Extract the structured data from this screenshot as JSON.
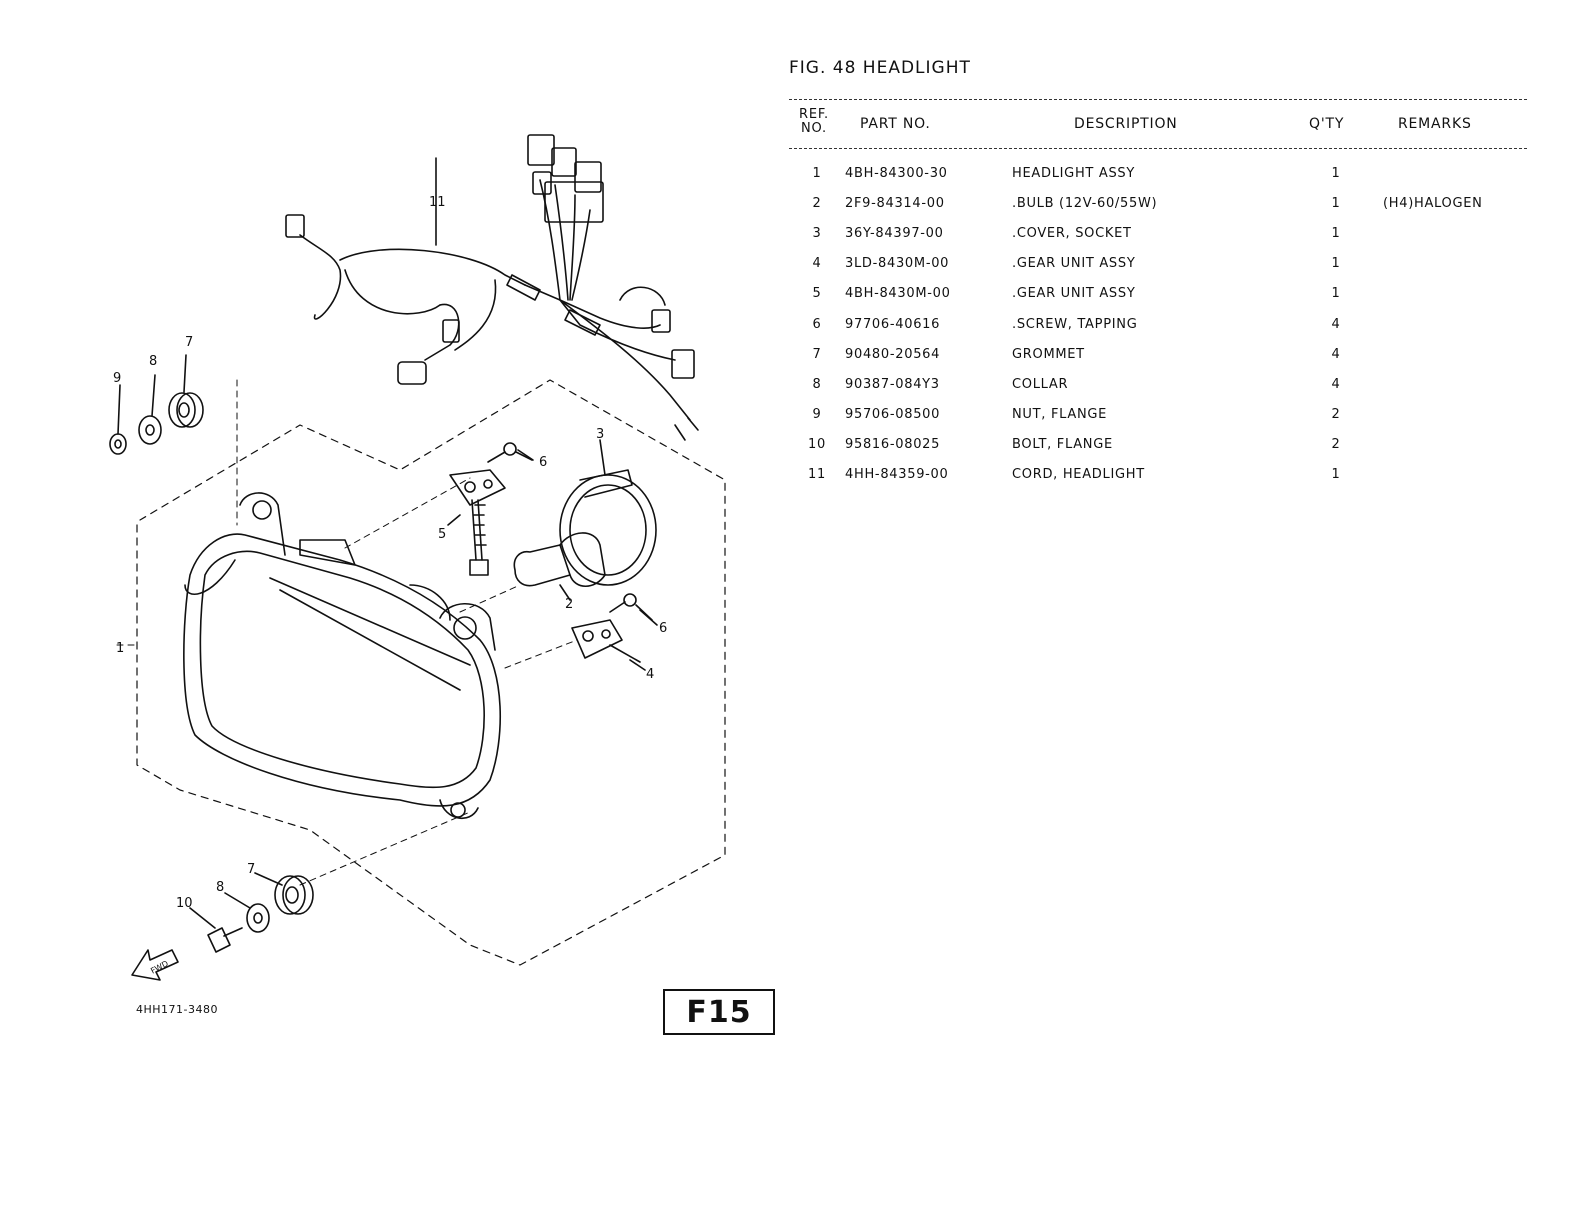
{
  "figure": {
    "title": "FIG. 48 HEADLIGHT",
    "page_badge": "F15",
    "drawing_code": "4HH171-3480"
  },
  "callouts": [
    "1",
    "2",
    "3",
    "4",
    "5",
    "6",
    "6",
    "7",
    "7",
    "8",
    "8",
    "9",
    "10",
    "11"
  ],
  "direction_label": "FWD",
  "table": {
    "headers": {
      "ref": "REF. NO.",
      "part": "PART NO.",
      "desc": "DESCRIPTION",
      "qty": "Q'TY",
      "remarks": "REMARKS"
    },
    "rows": [
      {
        "ref": "1",
        "part": "4BH-84300-30",
        "desc": "HEADLIGHT ASSY",
        "qty": "1",
        "remarks": ""
      },
      {
        "ref": "2",
        "part": "2F9-84314-00",
        "desc": ".BULB (12V-60/55W)",
        "qty": "1",
        "remarks": "(H4)HALOGEN"
      },
      {
        "ref": "3",
        "part": "36Y-84397-00",
        "desc": ".COVER, SOCKET",
        "qty": "1",
        "remarks": ""
      },
      {
        "ref": "4",
        "part": "3LD-8430M-00",
        "desc": ".GEAR UNIT ASSY",
        "qty": "1",
        "remarks": ""
      },
      {
        "ref": "5",
        "part": "4BH-8430M-00",
        "desc": ".GEAR UNIT ASSY",
        "qty": "1",
        "remarks": ""
      },
      {
        "ref": "6",
        "part": "97706-40616",
        "desc": ".SCREW, TAPPING",
        "qty": "4",
        "remarks": ""
      },
      {
        "ref": "7",
        "part": "90480-20564",
        "desc": "GROMMET",
        "qty": "4",
        "remarks": ""
      },
      {
        "ref": "8",
        "part": "90387-084Y3",
        "desc": "COLLAR",
        "qty": "4",
        "remarks": ""
      },
      {
        "ref": "9",
        "part": "95706-08500",
        "desc": "NUT, FLANGE",
        "qty": "2",
        "remarks": ""
      },
      {
        "ref": "10",
        "part": "95816-08025",
        "desc": "BOLT, FLANGE",
        "qty": "2",
        "remarks": ""
      },
      {
        "ref": "11",
        "part": "4HH-84359-00",
        "desc": "CORD, HEADLIGHT",
        "qty": "1",
        "remarks": ""
      }
    ]
  }
}
